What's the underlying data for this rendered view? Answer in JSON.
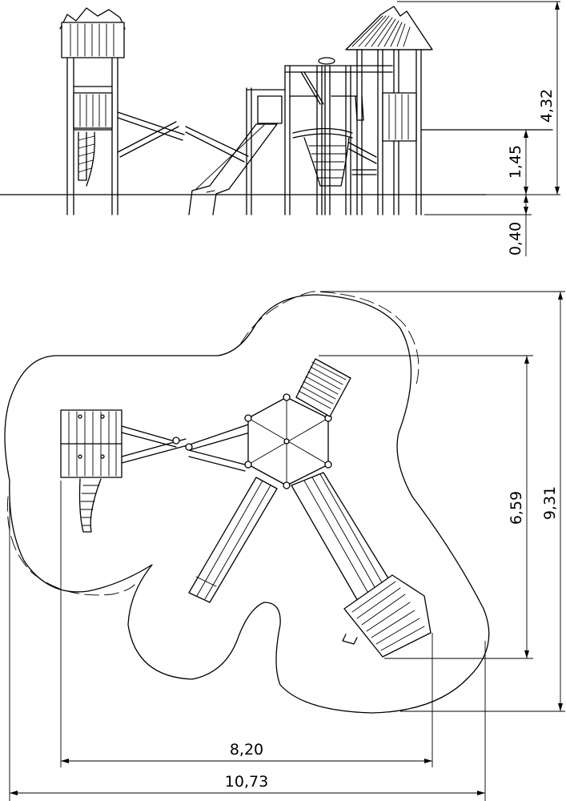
{
  "dimensions": {
    "total_height": "4,32",
    "platform_height": "1,45",
    "foundation_depth": "0,40",
    "plan_depth_outer": "9,31",
    "plan_depth_inner": "6,59",
    "plan_width_inner": "8,20",
    "plan_width_outer": "10,73"
  }
}
